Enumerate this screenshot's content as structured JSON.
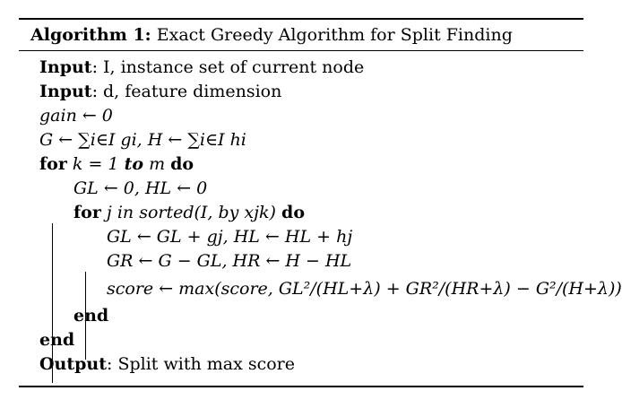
{
  "algorithm": {
    "label": "Algorithm 1:",
    "title": "Exact Greedy Algorithm for Split Finding",
    "input1_keyword": "Input",
    "input1_text": ": I, instance set of current node",
    "input2_keyword": "Input",
    "input2_text": ": d, feature dimension",
    "gain_init": "gain ← 0",
    "gh_init": "G ← ∑i∈I gi, H ← ∑i∈I hi",
    "for_keyword": "for",
    "for_k_text": "k = 1",
    "to_keyword": "to",
    "for_k_end": "m",
    "do_keyword": "do",
    "init_left": "GL ← 0,  HL ← 0",
    "for_j_text": "j in sorted(I, by xjk)",
    "update_left": "GL ← GL + gj,  HL ← HL + hj",
    "update_right": "GR ← G − GL,  HR ← H − HL",
    "score_text": "score ← max(score, GL²/(HL+λ) + GR²/(HR+λ) − G²/(H+λ))",
    "end_keyword": "end",
    "output_keyword": "Output",
    "output_text": ": Split with max score"
  }
}
